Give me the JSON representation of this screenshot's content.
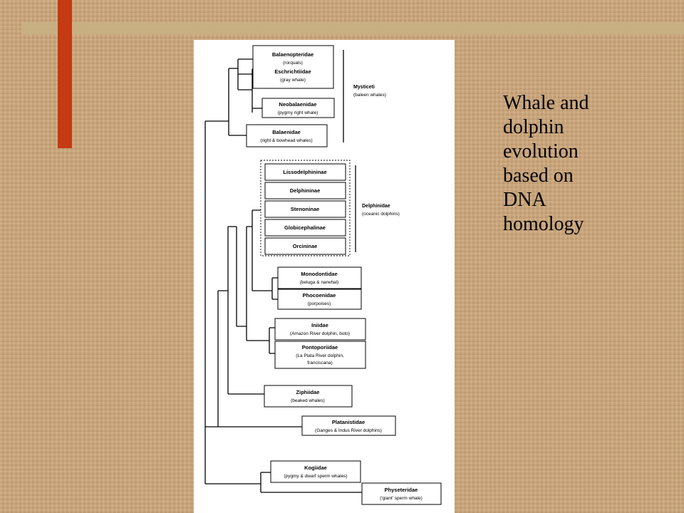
{
  "caption": "Whale and dolphin evolution based on DNA homology",
  "colors": {
    "background": "#c9a57c",
    "accent_bar": "#c43a12",
    "panel": "#ffffff"
  },
  "families": {
    "balaenopteridae": {
      "name": "Balaenopteridae",
      "common": "(rorquals)"
    },
    "eschrichtiidae": {
      "name": "Eschrichtiidae",
      "common": "(gray whale)"
    },
    "neobalaenidae": {
      "name": "Neobalaenidae",
      "common": "(pygmy right whale)"
    },
    "balaenidae": {
      "name": "Balaenidae",
      "common": "(right & bowhead whales)"
    },
    "lissodelphininae": {
      "name": "Lissodelphininae"
    },
    "delphininae": {
      "name": "Delphininae"
    },
    "stenoninae": {
      "name": "Stenoninae"
    },
    "globicephalinae": {
      "name": "Globicephalinae"
    },
    "orcininae": {
      "name": "Orcininae"
    },
    "monodontidae": {
      "name": "Monodontidae",
      "common": "(beluga & narwhal)"
    },
    "phocoenidae": {
      "name": "Phocoenidae",
      "common": "(porpoises)"
    },
    "iniidae": {
      "name": "Iniidae",
      "common": "(Amazon River dolphin, boto)"
    },
    "pontoporiidae": {
      "name": "Pontoporiidae",
      "common_line1": "(La Plata River dolphin,",
      "common_line2": "franciscana)"
    },
    "ziphiidae": {
      "name": "Ziphiidae",
      "common": "(beaked whales)"
    },
    "platanistidae": {
      "name": "Platanistidae",
      "common": "(Ganges & Indus River dolphins)"
    },
    "kogiidae": {
      "name": "Kogiidae",
      "common": "(pygmy & dwarf sperm whales)"
    },
    "physeteridae": {
      "name": "Physeteridae",
      "common": "('giant' sperm whale)"
    }
  },
  "groups": {
    "mysticeti": {
      "name": "Mysticeti",
      "common": "(baleen whales)"
    },
    "delphinidae": {
      "name": "Delphinidae",
      "common": "(oceanic dolphins)"
    }
  }
}
